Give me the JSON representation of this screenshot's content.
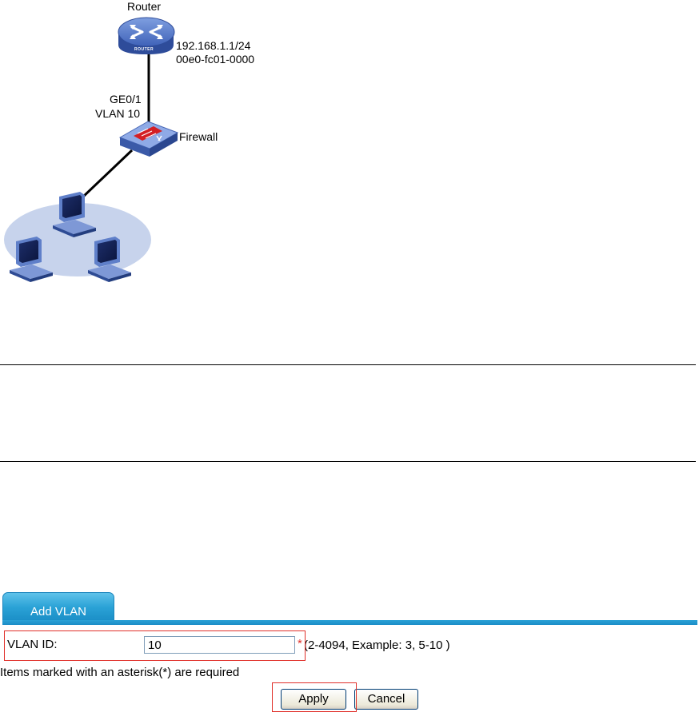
{
  "diagram": {
    "router_label": "Router",
    "router_badge": "ROUTER",
    "router_ip": "192.168.1.1/24",
    "router_mac": "00e0-fc01-0000",
    "port_label": "GE0/1",
    "vlan_label": "VLAN 10",
    "firewall_label": "Firewall"
  },
  "form": {
    "tab_label": "Add VLAN",
    "vlan_id_label": "VLAN ID:",
    "vlan_id_value": "10",
    "required_marker": "*",
    "vlan_id_hint": "(2-4094, Example: 3, 5-10 )",
    "required_note": "Items marked with an asterisk(*) are required",
    "apply_label": "Apply",
    "cancel_label": "Cancel"
  },
  "colors": {
    "tab_blue": "#2aa2d6",
    "highlight_red": "#e0302a",
    "lan_oval": "#c7d3ec",
    "device_blue": "#3a5fa8"
  }
}
